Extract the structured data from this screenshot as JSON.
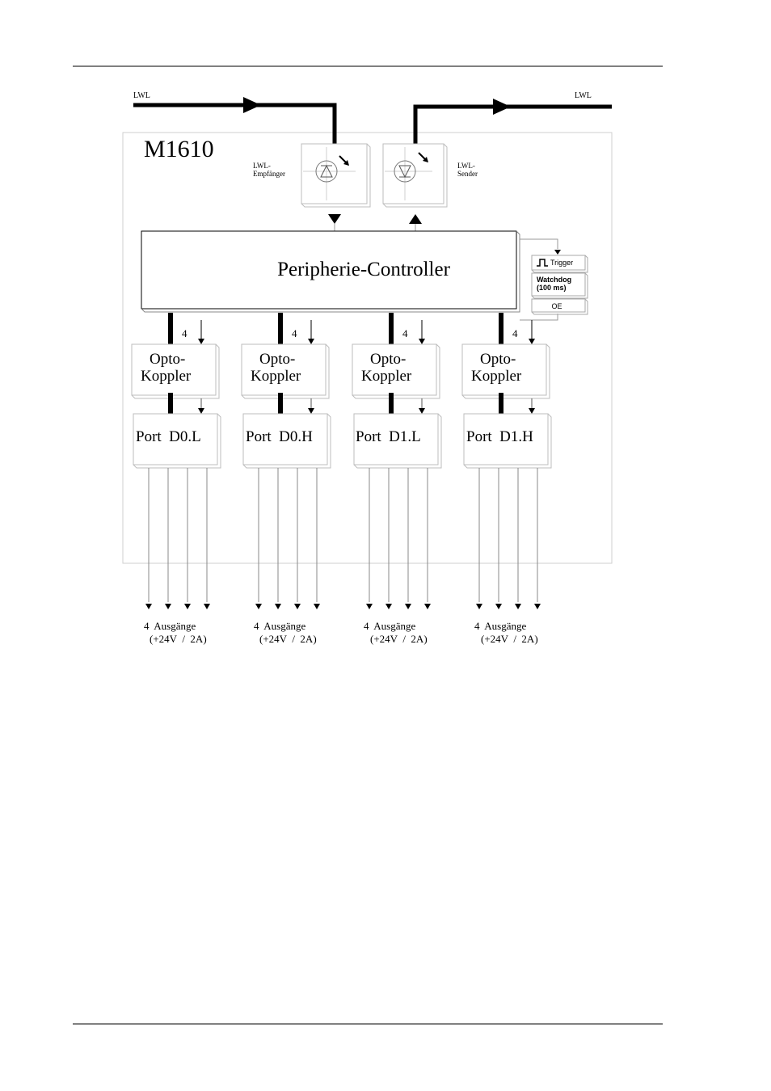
{
  "module": {
    "title": "M1610"
  },
  "fiber": {
    "in_label": "LWL",
    "out_label": "LWL",
    "receiver_label_1": "LWL-",
    "receiver_label_2": "Empfänger",
    "sender_label_1": "LWL-",
    "sender_label_2": "Sender"
  },
  "controller": {
    "label": "Peripherie-Controller",
    "trigger_label": "Trigger",
    "watchdog_label_1": "Watchdog",
    "watchdog_label_2": "(100  ms)",
    "oe_label": "OE"
  },
  "channels": [
    {
      "bus_width": "4",
      "coupler_1": "Opto-",
      "coupler_2": "Koppler",
      "port": "Port  D0.L",
      "outputs_1": "4  Ausgänge",
      "outputs_2": "(+24V  /  2A)"
    },
    {
      "bus_width": "4",
      "coupler_1": "Opto-",
      "coupler_2": "Koppler",
      "port": "Port  D0.H",
      "outputs_1": "4  Ausgänge",
      "outputs_2": "(+24V  /  2A)"
    },
    {
      "bus_width": "4",
      "coupler_1": "Opto-",
      "coupler_2": "Koppler",
      "port": "Port  D1.L",
      "outputs_1": "4  Ausgänge",
      "outputs_2": "(+24V  /  2A)"
    },
    {
      "bus_width": "4",
      "coupler_1": "Opto-",
      "coupler_2": "Koppler",
      "port": "Port  D1.H",
      "outputs_1": "4  Ausgänge",
      "outputs_2": "(+24V  /  2A)"
    }
  ]
}
